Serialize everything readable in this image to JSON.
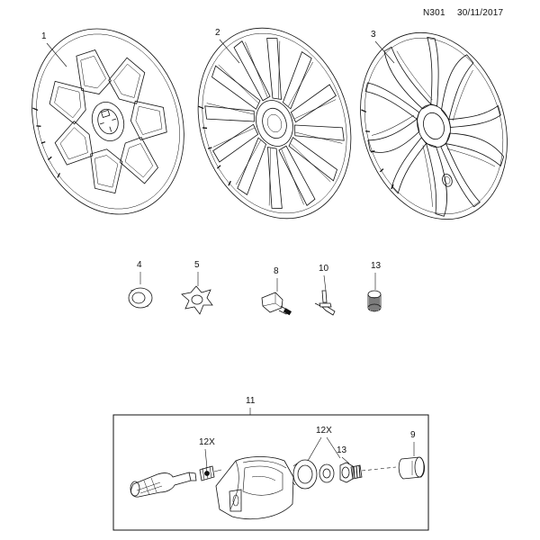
{
  "header": {
    "code": "N301",
    "date": "30/11/2017"
  },
  "callouts": {
    "c1": "1",
    "c2": "2",
    "c3": "3",
    "c4": "4",
    "c5": "5",
    "c8": "8",
    "c10": "10",
    "c13a": "13",
    "c11": "11",
    "c12a": "12X",
    "c12b": "12X",
    "c13b": "13",
    "c9": "9"
  }
}
